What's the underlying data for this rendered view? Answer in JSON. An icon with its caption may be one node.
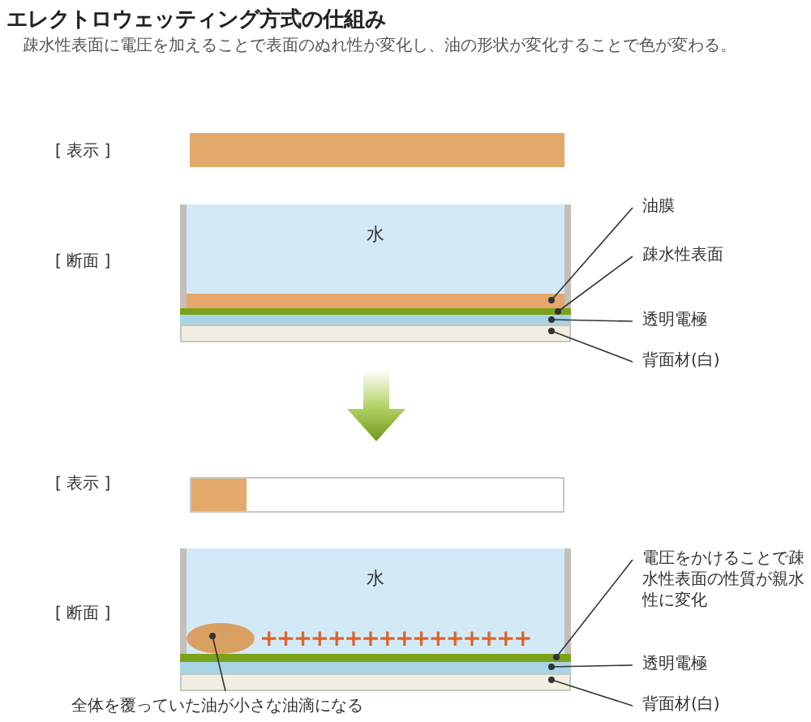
{
  "diagram": {
    "title": "エレクトロウェッティング方式の仕組み",
    "nodes": [
      {
        "text": [
          "油膜"
        ]
      },
      {
        "text": [],
        "shape": "bar"
      },
      {
        "text": [
          "疎水性表面"
        ]
      },
      {
        "text": [],
        "shape": "bar"
      },
      {
        "text": [
          "透明電極"
        ]
      },
      {
        "text": [],
        "shape": "bar"
      },
      {
        "text": [
          "背面材(白)"
        ]
      },
      {
        "text": [],
        "shape": "bar"
      },
      {
        "text": [
          "電圧をかけることで疎水性表面の性質が親水性に変化"
        ]
      },
      {
        "text": [],
        "shape": "bar"
      },
      {
        "text": [
          "透明電極"
        ]
      },
      {
        "text": [],
        "shape": "bar"
      },
      {
        "text": [
          "背面材(白)"
        ]
      },
      {
        "text": [],
        "shape": "bar"
      },
      {
        "text": [
          "全体を覆っていた油が小さな油滴になる"
        ]
      },
      {
        "text": [],
        "shape": "circle"
      }
    ],
    "edges": [
      {
        "from": 0,
        "to": 1,
        "arrow": "other"
      },
      {
        "from": 2,
        "to": 3,
        "arrow": "other"
      },
      {
        "from": 4,
        "to": 5,
        "arrow": "other"
      },
      {
        "from": 6,
        "to": 7,
        "arrow": "other"
      },
      {
        "from": 8,
        "to": 9,
        "arrow": "other"
      },
      {
        "from": 10,
        "to": 11,
        "arrow": "other"
      },
      {
        "from": 12,
        "to": 13,
        "arrow": "other"
      },
      {
        "from": 14,
        "to": 15,
        "arrow": "other"
      }
    ],
    "labels": [
      "疎水性表面に電圧を加えることで表面のぬれ性が変化し、油の形状が変化することで色が変わる。",
      "[ 表示 ]",
      "[ 断面 ]",
      "水",
      "[ 表示 ]",
      "[ 断面 ]",
      "水",
      "++++++++++++++++"
    ]
  }
}
